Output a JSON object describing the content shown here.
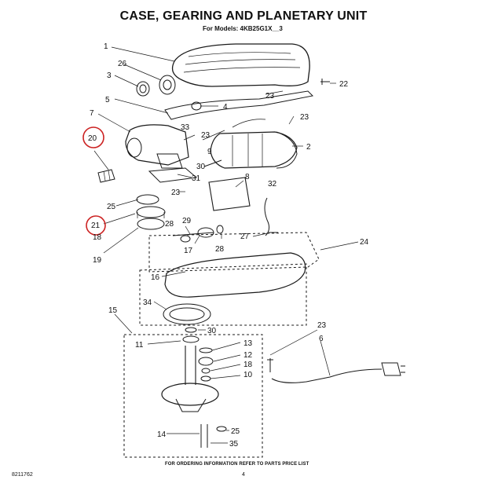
{
  "header": {
    "title": "CASE, GEARING AND PLANETARY UNIT",
    "subtitle": "For Models: 4KB25G1X__3"
  },
  "footer": {
    "note": "FOR ORDERING INFORMATION REFER TO PARTS PRICE LIST",
    "page_number": "4",
    "doc_number": "8211762"
  },
  "callouts": [
    "1",
    "26",
    "3",
    "4",
    "5",
    "22",
    "23",
    "7",
    "20",
    "33",
    "23",
    "9",
    "2",
    "23",
    "8",
    "32",
    "30",
    "31",
    "23",
    "25",
    "21",
    "18",
    "19",
    "29",
    "28",
    "17",
    "28",
    "27",
    "24",
    "16",
    "34",
    "15",
    "30",
    "11",
    "13",
    "12",
    "18",
    "10",
    "23",
    "6",
    "14",
    "25",
    "35"
  ],
  "highlighted_callouts": [
    "20",
    "21"
  ],
  "colors": {
    "line": "#1a1a1a",
    "highlight": "#cc2222"
  }
}
